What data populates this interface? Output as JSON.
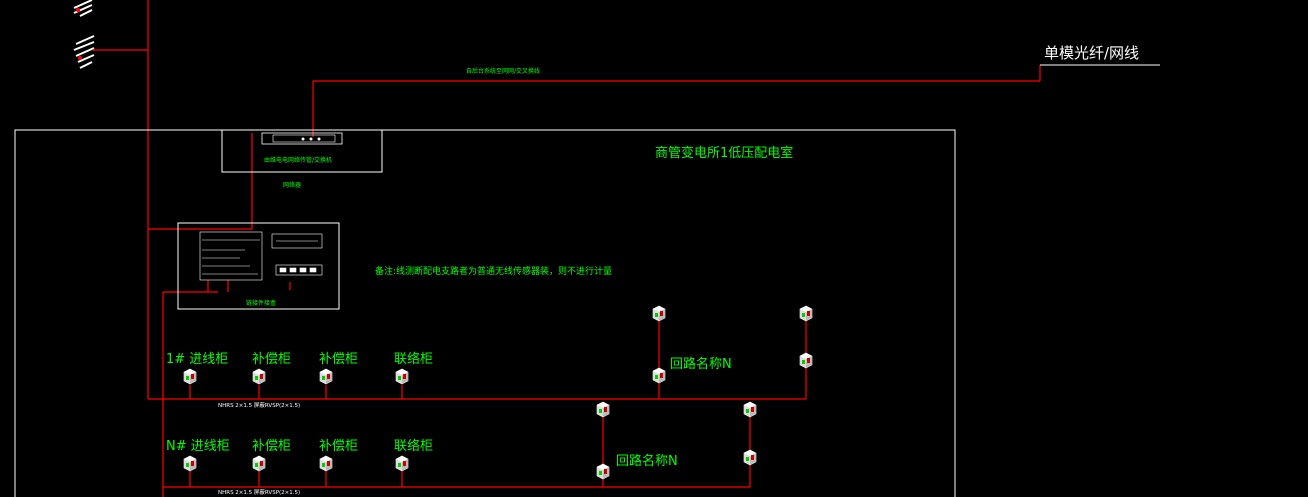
{
  "canvas": {
    "background": "#000000",
    "wire_color": "#ff0000",
    "label_color": "#00ff00",
    "frame_color": "#ffffff"
  },
  "labels": {
    "fiber": "单模光纤/网线",
    "fiber_note": "自后台系统至网网/交叉换线",
    "room": "商管变电所1低压配电室",
    "switch_caption": "由维电电网络传管/交换机",
    "switch_sub": "网络器",
    "panel_caption": "链接件接盒",
    "note": "备注:线测断配电支路者为普通无线传感器装，则不进行计量",
    "cable_tag": "NHRS 2×1.5  屏蔽RVSP(2×1.5)",
    "circuit": "回路名称N"
  },
  "rows": [
    {
      "cabinets": [
        "1# 进线柜",
        "补偿柜",
        "补偿柜",
        "联络柜"
      ]
    },
    {
      "cabinets": [
        "N# 进线柜",
        "补偿柜",
        "补偿柜",
        "联络柜"
      ]
    }
  ],
  "icons": [
    "meter-module-icon",
    "cable-bundle-icon"
  ]
}
